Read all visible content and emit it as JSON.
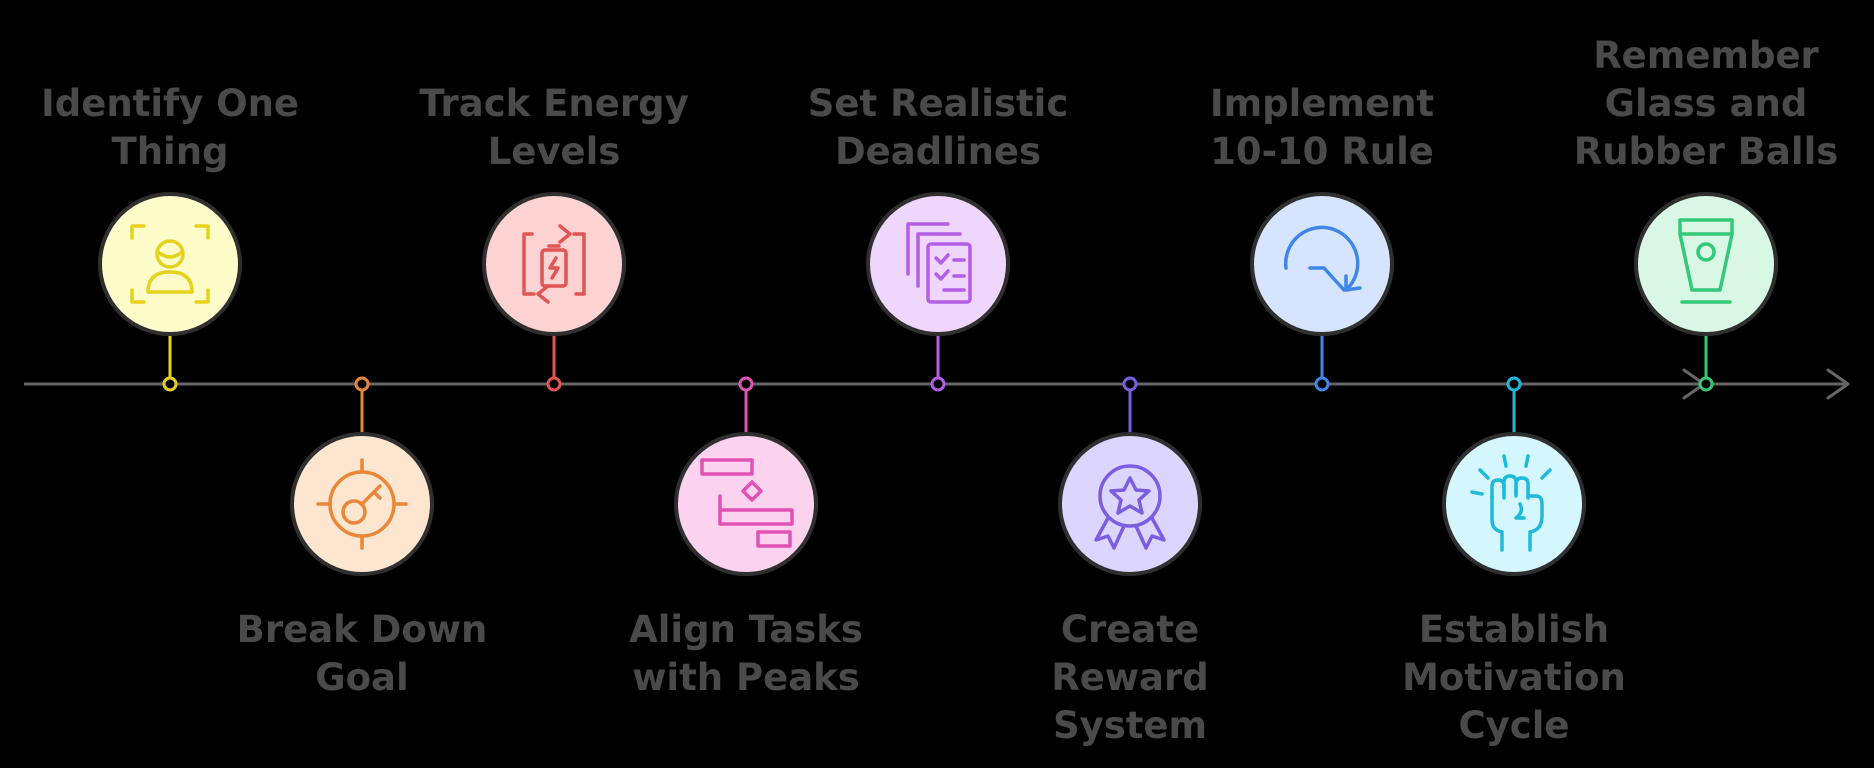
{
  "timeline": {
    "steps": [
      {
        "label": [
          "Identify One",
          "Thing"
        ],
        "position": "above",
        "color": "#e5d21c",
        "fill": "#fefcc9",
        "icon": "user-focus-icon"
      },
      {
        "label": [
          "Break Down",
          "Goal"
        ],
        "position": "below",
        "color": "#e8873a",
        "fill": "#fde6cf",
        "icon": "target-key-icon"
      },
      {
        "label": [
          "Track Energy",
          "Levels"
        ],
        "position": "above",
        "color": "#e05454",
        "fill": "#fdd2d2",
        "icon": "battery-cycle-icon"
      },
      {
        "label": [
          "Align Tasks",
          "with Peaks"
        ],
        "position": "below",
        "color": "#e052b4",
        "fill": "#fcd3ee",
        "icon": "gantt-chart-icon"
      },
      {
        "label": [
          "Set Realistic",
          "Deadlines"
        ],
        "position": "above",
        "color": "#b45ee8",
        "fill": "#efd6fd",
        "icon": "checklist-stack-icon"
      },
      {
        "label": [
          "Create",
          "Reward",
          "System"
        ],
        "position": "below",
        "color": "#7b5de0",
        "fill": "#dcd5fd",
        "icon": "award-badge-icon"
      },
      {
        "label": [
          "Implement",
          "10-10 Rule"
        ],
        "position": "above",
        "color": "#3f86e8",
        "fill": "#d6e5fd",
        "icon": "rotate-arrow-icon"
      },
      {
        "label": [
          "Establish",
          "Motivation",
          "Cycle"
        ],
        "position": "below",
        "color": "#1fb9dc",
        "fill": "#d4f6fd",
        "icon": "fist-icon"
      },
      {
        "label": [
          "Remember",
          "Glass and",
          "Rubber Balls"
        ],
        "position": "above",
        "color": "#35c87a",
        "fill": "#d8f8e5",
        "icon": "glass-icon"
      }
    ]
  }
}
